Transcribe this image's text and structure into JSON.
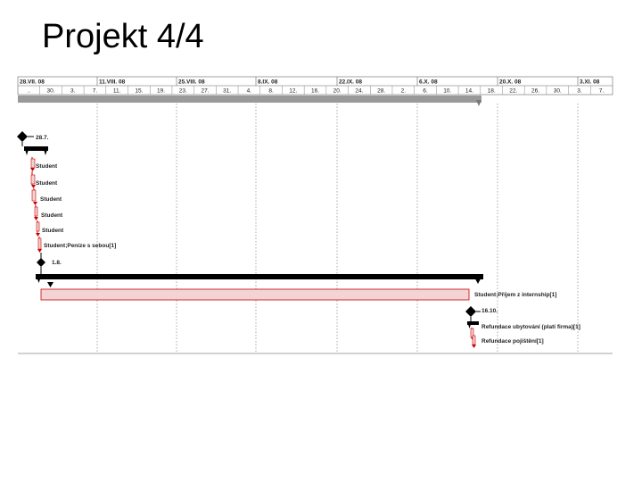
{
  "slide": {
    "title": "Projekt 4/4"
  },
  "timeline": {
    "weeks": [
      "28.VII. 08",
      "11.VIII. 08",
      "25.VIII. 08",
      "8.IX. 08",
      "22.IX. 08",
      "6.X. 08",
      "20.X. 08",
      "3.XI. 08"
    ],
    "days": [
      "..",
      "30.",
      "3.",
      "7.",
      "11.",
      "15.",
      "19.",
      "23.",
      "27.",
      "31.",
      "4.",
      "8.",
      "12.",
      "16.",
      "20.",
      "24.",
      "28.",
      "2.",
      "6.",
      "10.",
      "14.",
      "18.",
      "22.",
      "26.",
      "30.",
      "3.",
      "7."
    ]
  },
  "tasks": {
    "milestone_start": "28.7.",
    "student_1": "Student",
    "student_2": "Student",
    "student_3": "Student",
    "student_4": "Student",
    "student_5": "Student",
    "student_money": "Student;Peníze s sebou[1]",
    "milestone_mid": "1.8.",
    "student_income": "Student;Příjem z internship[1]",
    "milestone_end": "16.10.",
    "refund_housing": "Refundace ubytování (platí firma)[1]",
    "refund_insurance": "Refundace pojištění[1]"
  },
  "colors": {
    "task_red": "#cc0000",
    "summary": "#000000",
    "bar_fill": "#f2d4d4",
    "grid": "#888888"
  }
}
